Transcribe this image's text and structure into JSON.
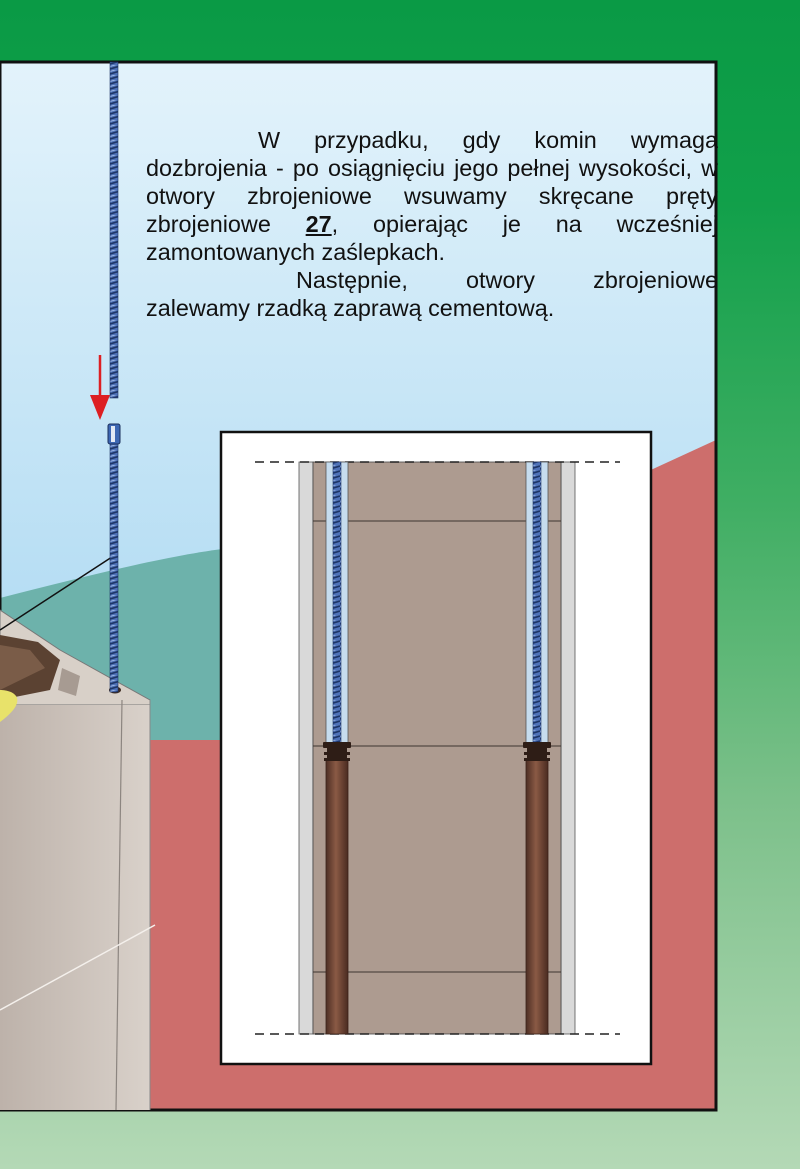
{
  "instruction": {
    "part1": "W przypadku, gdy komin wymaga dozbrojenia - po osiągnięciu jego pełnej wysokości, w otwory zbrojeniowe wsuwamy skręcane pręty zbrojeniowe ",
    "ref_number": "27",
    "part2": ", opierając je na wcześniej zamontowanych zaślepkach.",
    "part3": "Następnie, otwory zbrojeniowe zalewamy rzadką zaprawą cementową."
  },
  "colors": {
    "background_green": "#0a9a45",
    "sky": "#bfe3f5",
    "hill": "#6db2ab",
    "ground": "#cd6e6c",
    "block": "#cdc4bc",
    "section_fill": "#ad9b90",
    "pipe": "#6e4636",
    "rebar": "#3e5fa6",
    "arrow": "#dd1f22"
  },
  "icons": [
    "arrow-down-icon"
  ]
}
